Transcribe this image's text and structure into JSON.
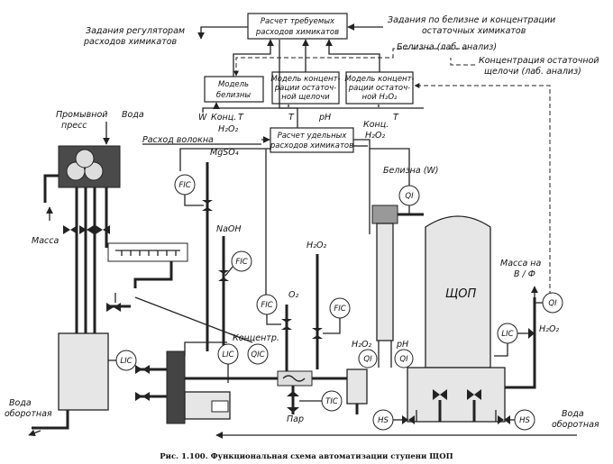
{
  "blocks": {
    "calc_required": [
      "Расчет требуемых",
      "расходов химикатов"
    ],
    "calc_specific": [
      "Расчет удельных",
      "расходов химикатов"
    ],
    "model_whiteness": [
      "Модель",
      "белизны"
    ],
    "model_alkali": [
      "Модель концент-",
      "рации остаточ-",
      "ной щелочи"
    ],
    "model_h2o2": [
      "Модель концент-",
      "рации остаточ-",
      "ной H₂O₂"
    ]
  },
  "labels": {
    "setpoints_regulators": [
      "Задания регуляторам",
      "расходов химикатов"
    ],
    "setpoints_whiteness": [
      "Задания по белизне и концентрации",
      "остаточных химикатов"
    ],
    "whiteness_lab": "Белизна (лаб. анализ)",
    "residual_alkali_lab": [
      "Концентрация остаточной",
      "щелочи (лаб. анализ)"
    ],
    "inp_w": "W",
    "inp_konc": "Конц.",
    "inp_t": "T",
    "inp_h2o2": "H₂O₂",
    "t_alk": "T",
    "ph_alk": "pH",
    "t_h": "T",
    "konc_h2o2": "Конц.",
    "h2o2_konc": "H₂O₂",
    "fiber_flow": "Расход волокна",
    "wash_press": [
      "Промывной",
      "пресс"
    ],
    "water_in": "Вода",
    "mass": "Масса",
    "water_return_left": [
      "Вода",
      "оборотная"
    ],
    "water_return_right": [
      "Вода",
      "оборотная"
    ],
    "mgso4": "MgSO₄",
    "naoh": "NaOH",
    "h2o2_feed": "H₂O₂",
    "o2": "O₂",
    "concentr": "Концентр.",
    "steam": "Пар",
    "whiteness_w": "Белизна (W)",
    "tower": "ЩОП",
    "mass_out": [
      "Масса на",
      "В / Ф"
    ],
    "h2o2_out": "H₂O₂",
    "h2o2_tower": "H₂O₂",
    "ph_tower": "pH"
  },
  "instruments": {
    "fic_mgso4": "FIC",
    "fic_naoh": "FIC",
    "fic_o2": "FIC",
    "fic_h2o2": "FIC",
    "lic_left": "LIC",
    "lic_mid": "LIC",
    "lic_right": "LIC",
    "qic_conc": "QIC",
    "tic_steam": "TIC",
    "qi_whiteness": "QI",
    "qi_h2o2": "QI",
    "qi_ph": "QI",
    "qi_out": "QI",
    "hs_left": "HS",
    "hs_right": "HS"
  },
  "caption": "Рис. 1.100. Функциональная схема автоматизации ступени ЩОП"
}
